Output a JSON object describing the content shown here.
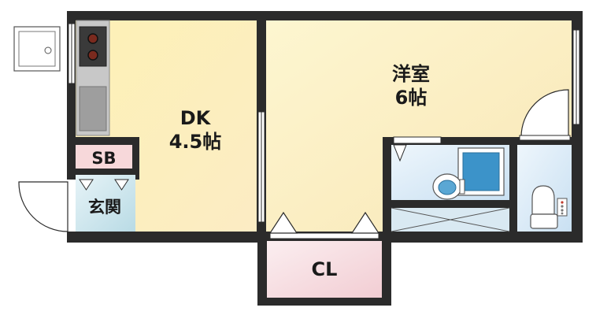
{
  "rooms": {
    "dk": {
      "name": "DK",
      "size": "4.5帖"
    },
    "western": {
      "name": "洋室",
      "size": "6帖"
    },
    "closet": {
      "name": "CL"
    },
    "shoe_box": {
      "name": "SB"
    },
    "entrance": {
      "name": "玄関"
    }
  },
  "colors": {
    "wall": "#2b2b2b",
    "room_yellow": "#fdf6d6",
    "room_warm": "#fbedc4",
    "closet_pink": "#f6dde0",
    "bath_blue": "#d6e8f5",
    "sb_pink": "#f4c9cc"
  }
}
